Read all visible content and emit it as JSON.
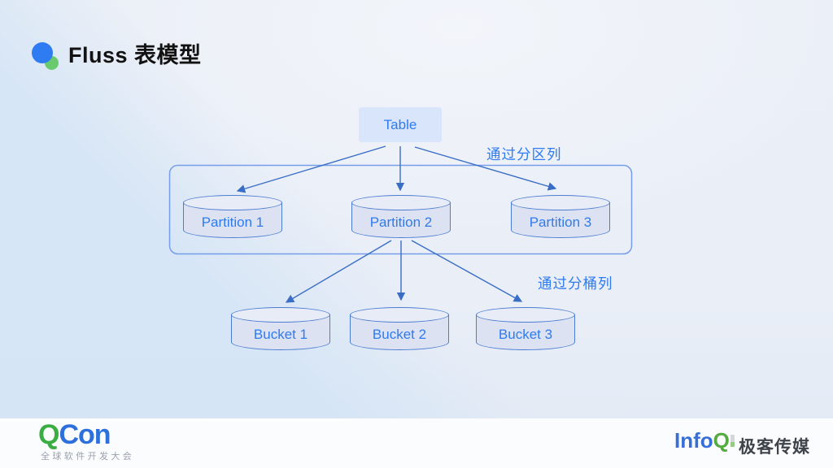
{
  "slide": {
    "title": "Fluss 表模型"
  },
  "diagram": {
    "table_label": "Table",
    "partition_region_label": "通过分区列",
    "bucket_region_label": "通过分桶列",
    "partitions": [
      "Partition 1",
      "Partition 2",
      "Partition 3"
    ],
    "buckets": [
      "Bucket 1",
      "Bucket 2",
      "Bucket 3"
    ]
  },
  "footer": {
    "qcon_q": "Q",
    "qcon_con": "Con",
    "qcon_tagline": "全球软件开发大会",
    "infoq_info": "Info",
    "infoq_q": "Q",
    "infoq_brand": "极客传媒"
  },
  "colors": {
    "accent_text_blue": "#2e7bf0",
    "arrow_blue": "#3a6ec5",
    "table_box_fill": "#d9e5fb",
    "cylinder_fill": "#dce2f1",
    "cylinder_border": "#4d7dd1",
    "group_rect_border": "#769de9",
    "qcon_green": "#3aad43",
    "qcon_blue": "#2d6fdb",
    "infoq_blue": "#366fd9",
    "infoq_green": "#54ac40"
  }
}
